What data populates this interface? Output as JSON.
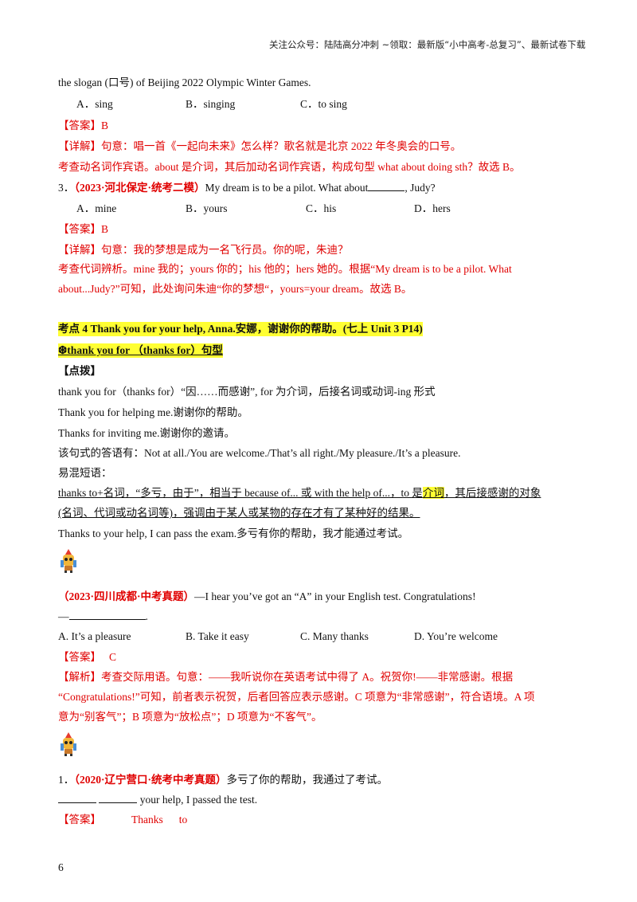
{
  "header": {
    "text": "关注公众号：陆陆高分冲刺 ~领取：最新版“小中高考-总复习”、最新试卷下载"
  },
  "q2": {
    "cont": "the slogan (口号) of Beijing 2022 Olympic Winter Games.",
    "options": [
      "A．sing",
      "B．singing",
      "C．to sing"
    ],
    "answer_label": "【答案】",
    "answer": "B",
    "detail_label": "【详解】",
    "detail1": "句意：唱一首《一起向未来》怎么样？歌名就是北京 2022 年冬奥会的口号。",
    "detail2": "考查动名词作宾语。about 是介词，其后加动名词作宾语，构成句型 what about doing sth？故选 B。"
  },
  "q3": {
    "num": "3．",
    "source": "（2023·河北保定·统考二模）",
    "stem_a": "My dream is to be a pilot. What about",
    "stem_b": ", Judy?",
    "options": [
      "A．mine",
      "B．yours",
      "C．his",
      "D．hers"
    ],
    "answer_label": "【答案】",
    "answer": "B",
    "detail_label": "【详解】",
    "detail1": "句意：我的梦想是成为一名飞行员。你的呢，朱迪？",
    "detail2": "考查代词辨析。mine 我的；yours 你的；his 他的；hers 她的。根据“My dream is to be a pilot. What",
    "detail3": "about...Judy?”可知，此处询问朱迪“你的梦想“，yours=your dream。故选 B。"
  },
  "point4": {
    "title": "考点 4 Thank you for your help, Anna.安娜，谢谢你的帮助。(七上 Unit 3 P14)",
    "subtitle": "❆thank you for （thanks for）句型",
    "tip_label": "【点拨】",
    "lines": [
      "thank you for（thanks for）“因……而感谢”, for 为介词，后接名词或动词-ing 形式",
      "Thank you for helping me.谢谢你的帮助。",
      "Thanks for inviting me.谢谢你的邀请。",
      "该句式的答语有：Not at all./You are welcome./That’s all right./My pleasure./It’s a pleasure.",
      "易混短语："
    ],
    "confuse_a": "thanks to+名词，“多亏，由于”，相当于 because of... 或 with the help of...，to 是",
    "confuse_hl": "介词",
    "confuse_b": "，其后接感谢的对象",
    "confuse2": "(名词、代词或动名词等)，强调由于某人或某物的存在才有了某种好的结果。",
    "example": "Thanks to your help, I can pass the exam.多亏有你的帮助，我才能通过考试。"
  },
  "ex1": {
    "source": "（2023·四川成都·中考真题）",
    "stem": "—I hear you’ve got an “A” in your English test. Congratulations!",
    "dash": "—",
    "options": [
      "A. It’s a pleasure",
      "B. Take it easy",
      "C. Many thanks",
      "D. You’re welcome"
    ],
    "answer_label": "【答案】",
    "answer": "C",
    "analysis_label": "【解析】",
    "analysis1": "考查交际用语。句意：——我听说你在英语考试中得了 A。祝贺你!——非常感谢。根据",
    "analysis2": "“Congratulations!”可知，前者表示祝贺，后者回答应表示感谢。C 项意为“非常感谢”，符合语境。A 项",
    "analysis3": "意为“别客气”；B 项意为“放松点”；D 项意为“不客气”。"
  },
  "ex2": {
    "num": "1．",
    "source": "（2020·辽宁营口·统考中考真题）",
    "stem": "多亏了你的帮助，我通过了考试。",
    "blank_tail": "your help, I passed the test.",
    "answer_label": "【答案】",
    "answers": [
      "Thanks",
      "to"
    ]
  },
  "footer": {
    "page": "6"
  },
  "icons": [
    "pencil-mascot-icon",
    "pencil-mascot-icon"
  ],
  "colors": {
    "red": "#e00000",
    "highlight": "#ffff33"
  }
}
